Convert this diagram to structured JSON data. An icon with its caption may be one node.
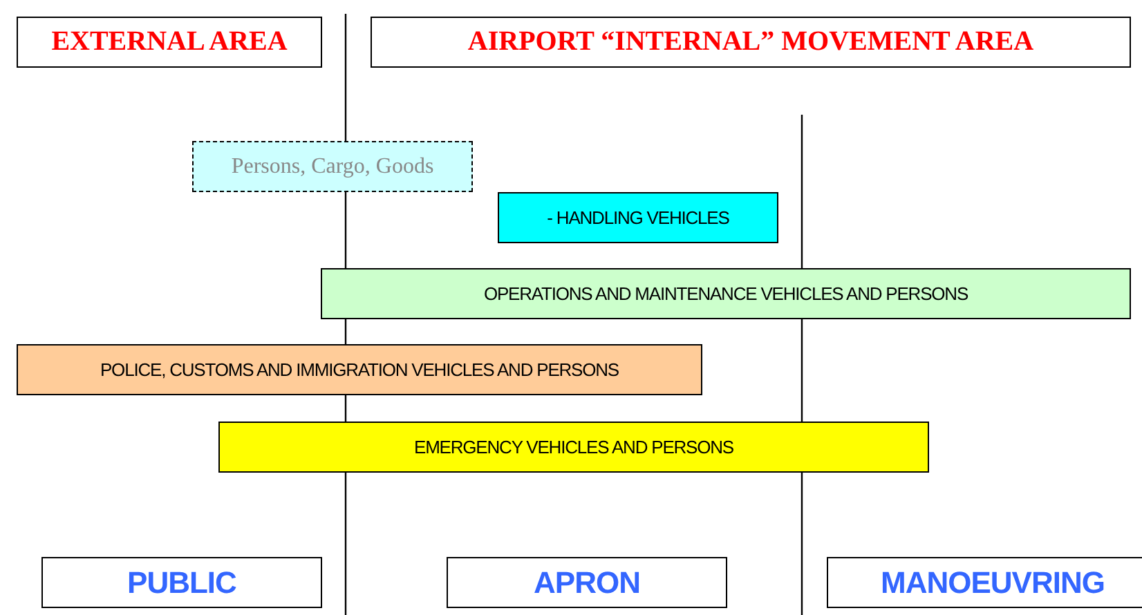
{
  "diagram": {
    "nodes": [
      {
        "text": [
          "EXTERNAL AREA"
        ]
      },
      {
        "text": [
          "AIRPORT “INTERNAL” MOVEMENT AREA"
        ]
      },
      {
        "text": [
          "Persons, Cargo, Goods"
        ]
      },
      {
        "text": [
          "- HANDLING VEHICLES"
        ]
      },
      {
        "text": [
          "OPERATIONS AND MAINTENANCE VEHICLES AND PERSONS"
        ]
      },
      {
        "text": [
          "POLICE, CUSTOMS AND IMMIGRATION VEHICLES AND PERSONS"
        ]
      },
      {
        "text": [
          "EMERGENCY VEHICLES AND PERSONS"
        ]
      },
      {
        "text": [
          "PUBLIC"
        ]
      },
      {
        "text": [
          "APRON"
        ]
      },
      {
        "text": [
          "MANOEUVRING"
        ]
      }
    ],
    "edges": []
  }
}
